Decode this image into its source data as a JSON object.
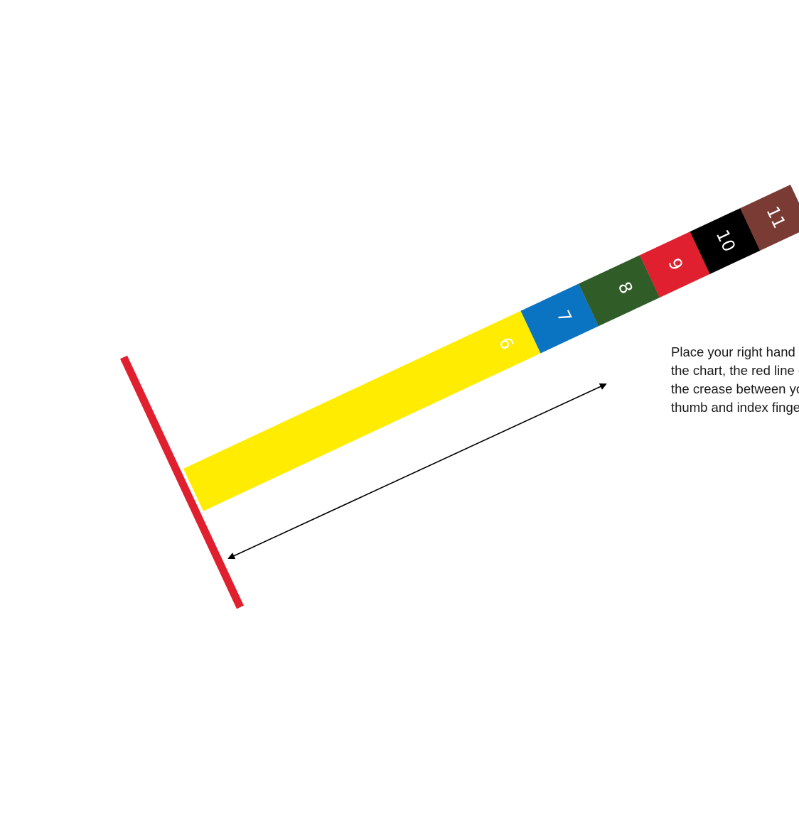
{
  "colors": {
    "outline": "#2e3329",
    "red_line": "#e0202e",
    "arrow": "#000000"
  },
  "scale": {
    "bands": [
      {
        "label": "6",
        "color": "#ffec00",
        "text_color": "#ffffff"
      },
      {
        "label": "7",
        "color": "#0a74c2",
        "text_color": "#ffffff"
      },
      {
        "label": "8",
        "color": "#2f5c27",
        "text_color": "#ffffff"
      },
      {
        "label": "9",
        "color": "#e0202e",
        "text_color": "#ffffff"
      },
      {
        "label": "10",
        "color": "#000000",
        "text_color": "#ffffff"
      },
      {
        "label": "11",
        "color": "#7a3b34",
        "text_color": "#ffffff"
      }
    ]
  },
  "instruction": {
    "text": "Place your right hand on the chart, the red line on the crease between your thumb and index finger."
  }
}
